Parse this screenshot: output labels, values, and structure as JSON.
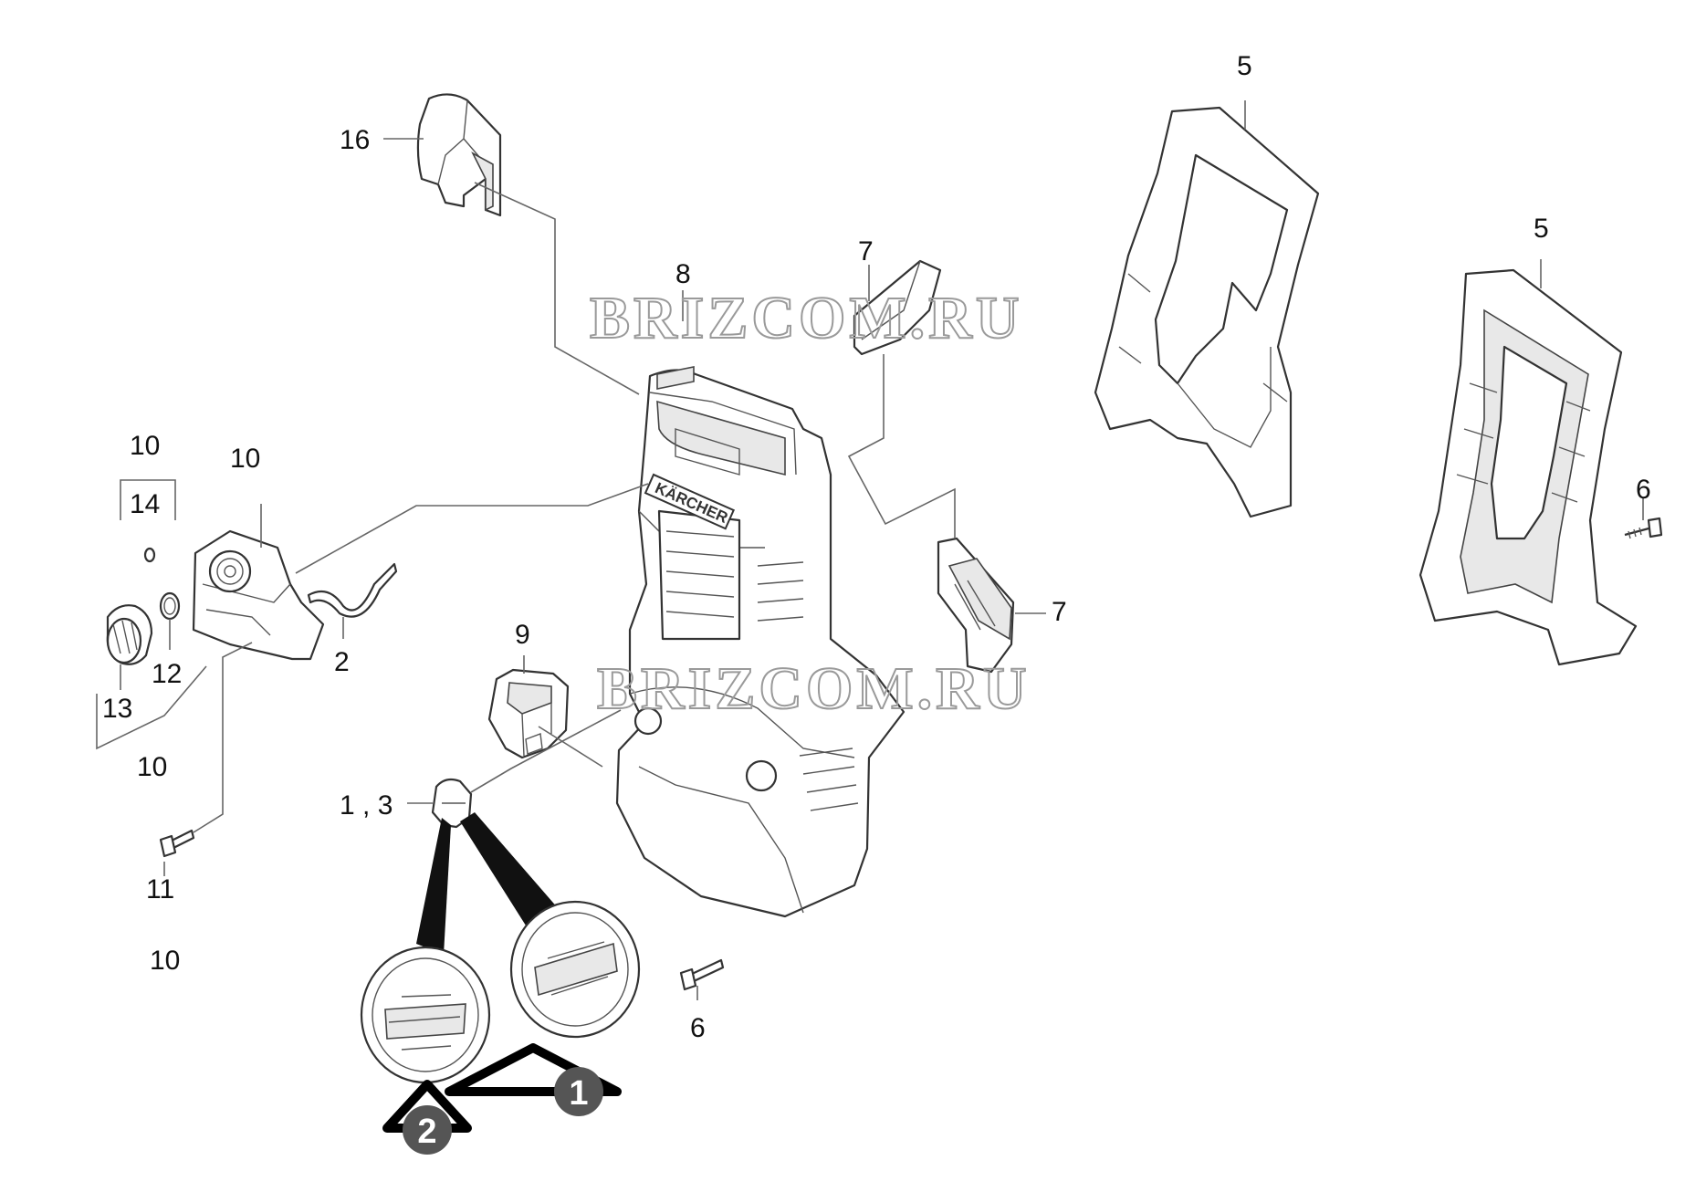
{
  "watermark": {
    "text": "BRIZCOM.RU"
  },
  "brand_text": "KÄRCHER",
  "callouts": {
    "c16": "16",
    "c8": "8",
    "c7_top": "7",
    "c7_right": "7",
    "c5_top": "5",
    "c5_right": "5",
    "c6_right": "6",
    "c6_bottom": "6",
    "c10_a": "10",
    "c14": "14",
    "c10_b": "10",
    "c2": "2",
    "c12": "12",
    "c13": "13",
    "c10_c": "10",
    "c9": "9",
    "c13_pair": "1 , 3",
    "c11": "11",
    "c10_d": "10"
  },
  "badges": {
    "variant_1": "1",
    "variant_2": "2"
  },
  "colors": {
    "badge_fill": "#555555",
    "line": "#333333",
    "watermark": "#9a9a9a"
  }
}
